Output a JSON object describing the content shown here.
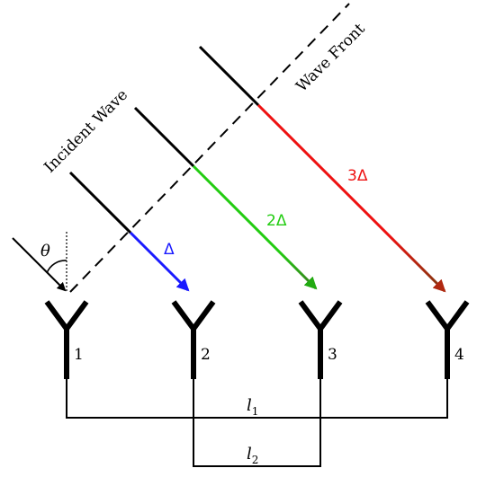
{
  "labels": {
    "incident_wave": "Incident Wave",
    "wave_front": "Wave Front",
    "theta": "θ",
    "delta_1": "Δ",
    "delta_2": "2Δ",
    "delta_3": "3Δ",
    "l1": "l",
    "l1_sub": "1",
    "l2": "l",
    "l2_sub": "2"
  },
  "antennas": [
    {
      "label": "1"
    },
    {
      "label": "2"
    },
    {
      "label": "3"
    },
    {
      "label": "4"
    }
  ],
  "colors": {
    "stroke": "#000000",
    "delta_1": "#1a1aff",
    "delta_2": "#22cc11",
    "delta_3": "#ee1111",
    "path_dark": "#8a2a10"
  }
}
